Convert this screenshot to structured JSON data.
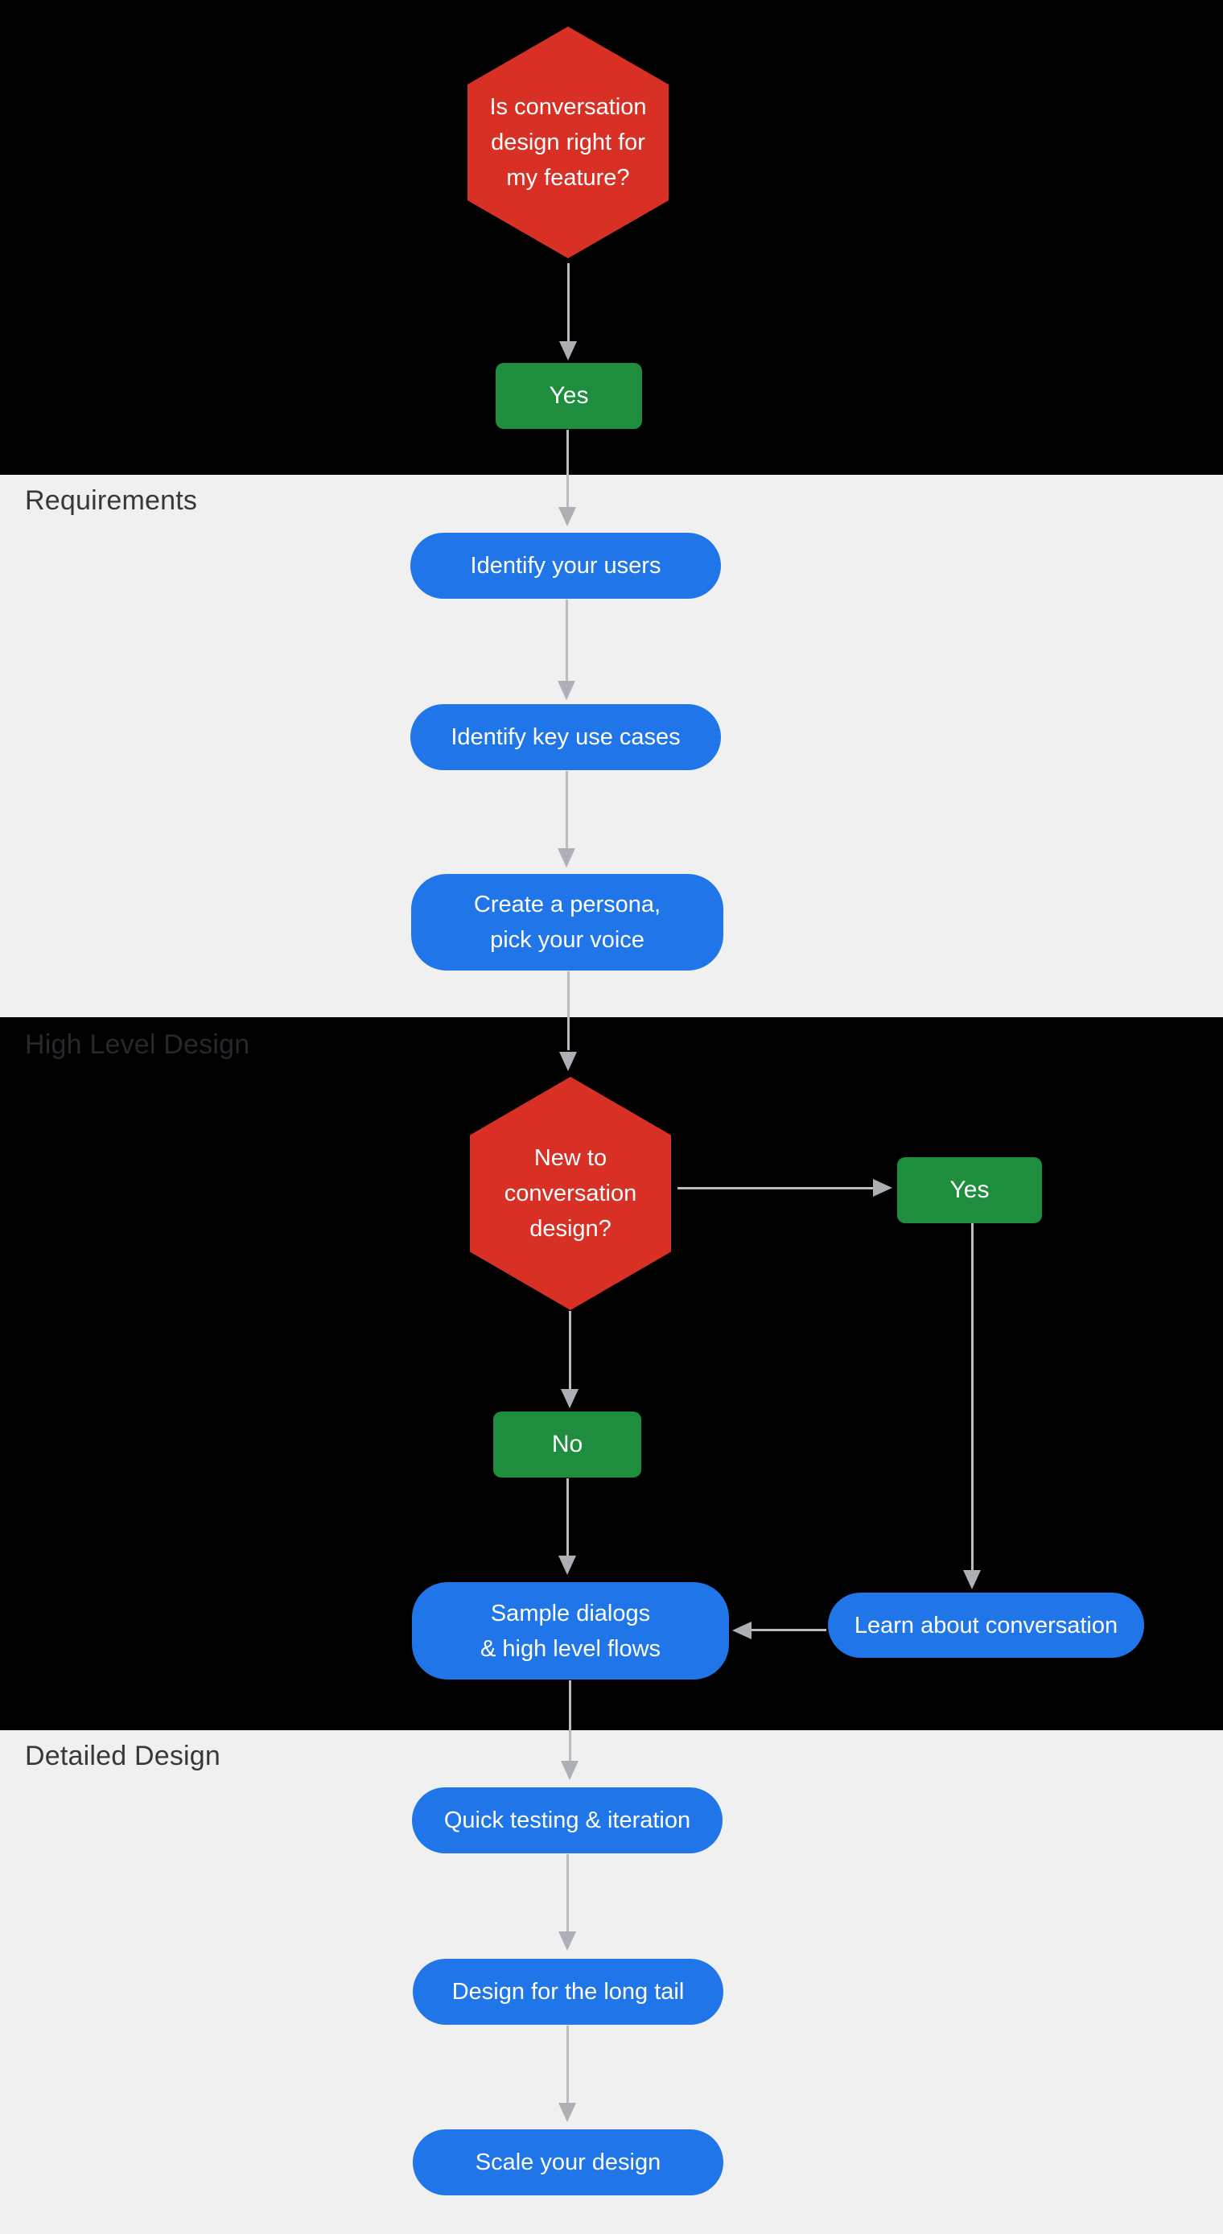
{
  "colors": {
    "red": "#d93025",
    "green": "#1e8e3e",
    "blue": "#2076e8",
    "section_light": "#f0f0f0",
    "section_dark": "#000000",
    "label_light_section": "#36383c",
    "label_dark_section": "#26282d",
    "arrow_line": "#b9bcc1",
    "arrow_head": "#acb0b5",
    "canvas_border": "#e2e3e7"
  },
  "sections": {
    "requirements": "Requirements",
    "high_level_design": "High Level Design",
    "detailed_design": "Detailed Design"
  },
  "nodes": {
    "decision_feature": {
      "lines": [
        "Is conversation",
        "design right for",
        "my feature?"
      ]
    },
    "yes_feature": "Yes",
    "identify_users": "Identify your users",
    "identify_use_cases": "Identify key use cases",
    "create_persona": {
      "lines": [
        "Create a persona,",
        "pick your voice"
      ]
    },
    "decision_new": {
      "lines": [
        "New to",
        "conversation",
        "design?"
      ]
    },
    "yes_new": "Yes",
    "no_new": "No",
    "sample_dialogs": {
      "lines": [
        "Sample dialogs",
        "& high level flows"
      ]
    },
    "learn_conversation": "Learn about conversation",
    "quick_testing": "Quick testing & iteration",
    "long_tail": "Design for the long tail",
    "scale_design": "Scale your design"
  }
}
